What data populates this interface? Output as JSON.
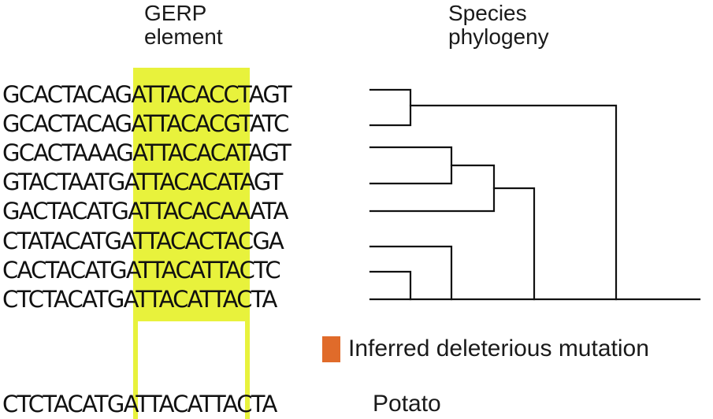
{
  "headers": {
    "gerp_line1": "GERP",
    "gerp_line2": "element",
    "phylogeny_line1": "Species",
    "phylogeny_line2": "phylogeny"
  },
  "sequences": [
    {
      "prefix": "GCACTACA",
      "element": "GATTACA",
      "suffix": "CCTAGT"
    },
    {
      "prefix": "GCACTACA",
      "element": "GATTACA",
      "suffix": "CGTATC"
    },
    {
      "prefix": "GCACTAAA",
      "element": "GATTACA",
      "suffix": "CATAGT"
    },
    {
      "prefix": "GTACTAAT",
      "element": "GATTACA",
      "suffix": "CATAGT"
    },
    {
      "prefix": "GACTACAT",
      "element": "GATTACA",
      "suffix": "CAAATA"
    },
    {
      "prefix": "CTATACAT",
      "element": "GATTACA",
      "suffix": "CTACGA"
    },
    {
      "prefix": "CACTACAT",
      "element": "GATTACA",
      "suffix": "TTACTC"
    },
    {
      "prefix": "CTCTACAT",
      "element": "GATTACA",
      "suffix": "TTACTA"
    }
  ],
  "potato": {
    "sequence": {
      "prefix": "CTCTACAT",
      "element": "GATTACA",
      "suffix": "TTACTA"
    },
    "label": "Potato"
  },
  "legend": {
    "label": "Inferred deleterious mutation",
    "color": "#e06b2a"
  },
  "colors": {
    "gerp_highlight": "#e8f23c",
    "text": "#111111",
    "tree_line": "#111111"
  },
  "tree": {
    "leaves": 8,
    "topology": "((1,2),(((3,4),5),(6,(7,8))))"
  }
}
